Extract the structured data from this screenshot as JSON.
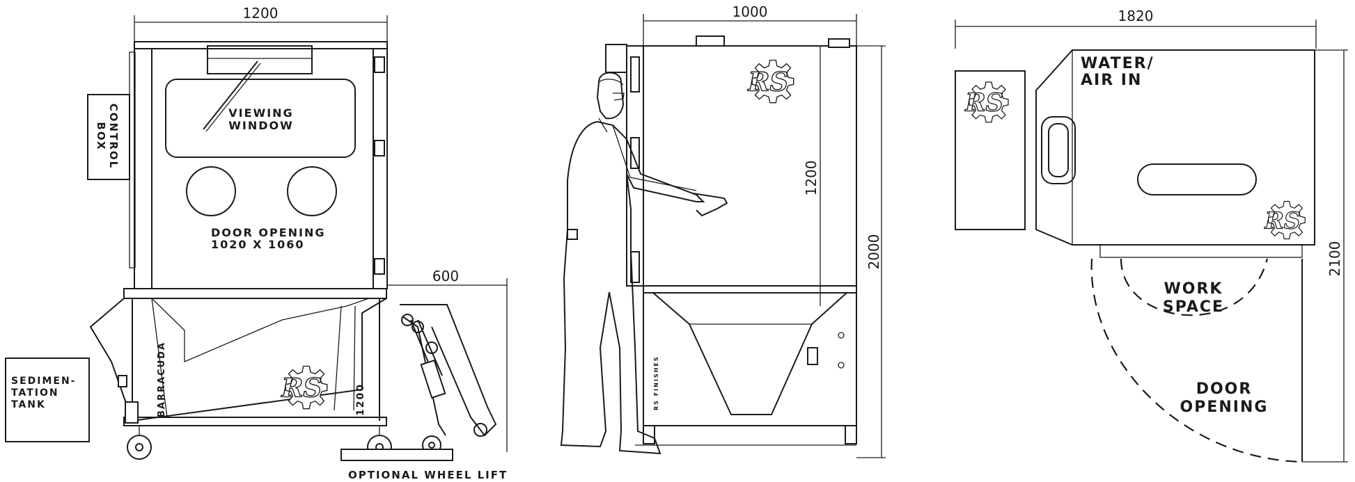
{
  "front_view": {
    "width_dim": "1200",
    "wheel_lift_dim": "600",
    "control_box": [
      "CONTROL",
      "BOX"
    ],
    "viewing_window": [
      "VIEWING",
      "WINDOW"
    ],
    "door_opening": [
      "DOOR OPENING",
      "1020 X 1060"
    ],
    "sedimentation_tank": [
      "SEDIMEN-",
      "TATION",
      "TANK"
    ],
    "brand": "BARRACUDA",
    "model": "1200",
    "logo": "RS",
    "wheel_lift_label": "OPTIONAL WHEEL LIFT"
  },
  "side_view": {
    "depth_dim": "1000",
    "door_height_dim": "1200",
    "height_dim": "2000",
    "logo": "RS",
    "side_text": "RS FINISHES"
  },
  "plan_view": {
    "length_dim": "1820",
    "depth_dim": "2100",
    "water_air_in": [
      "WATER/",
      "AIR IN"
    ],
    "work_space": [
      "WORK",
      "SPACE"
    ],
    "door_opening": [
      "DOOR",
      "OPENING"
    ],
    "logo": "RS"
  }
}
